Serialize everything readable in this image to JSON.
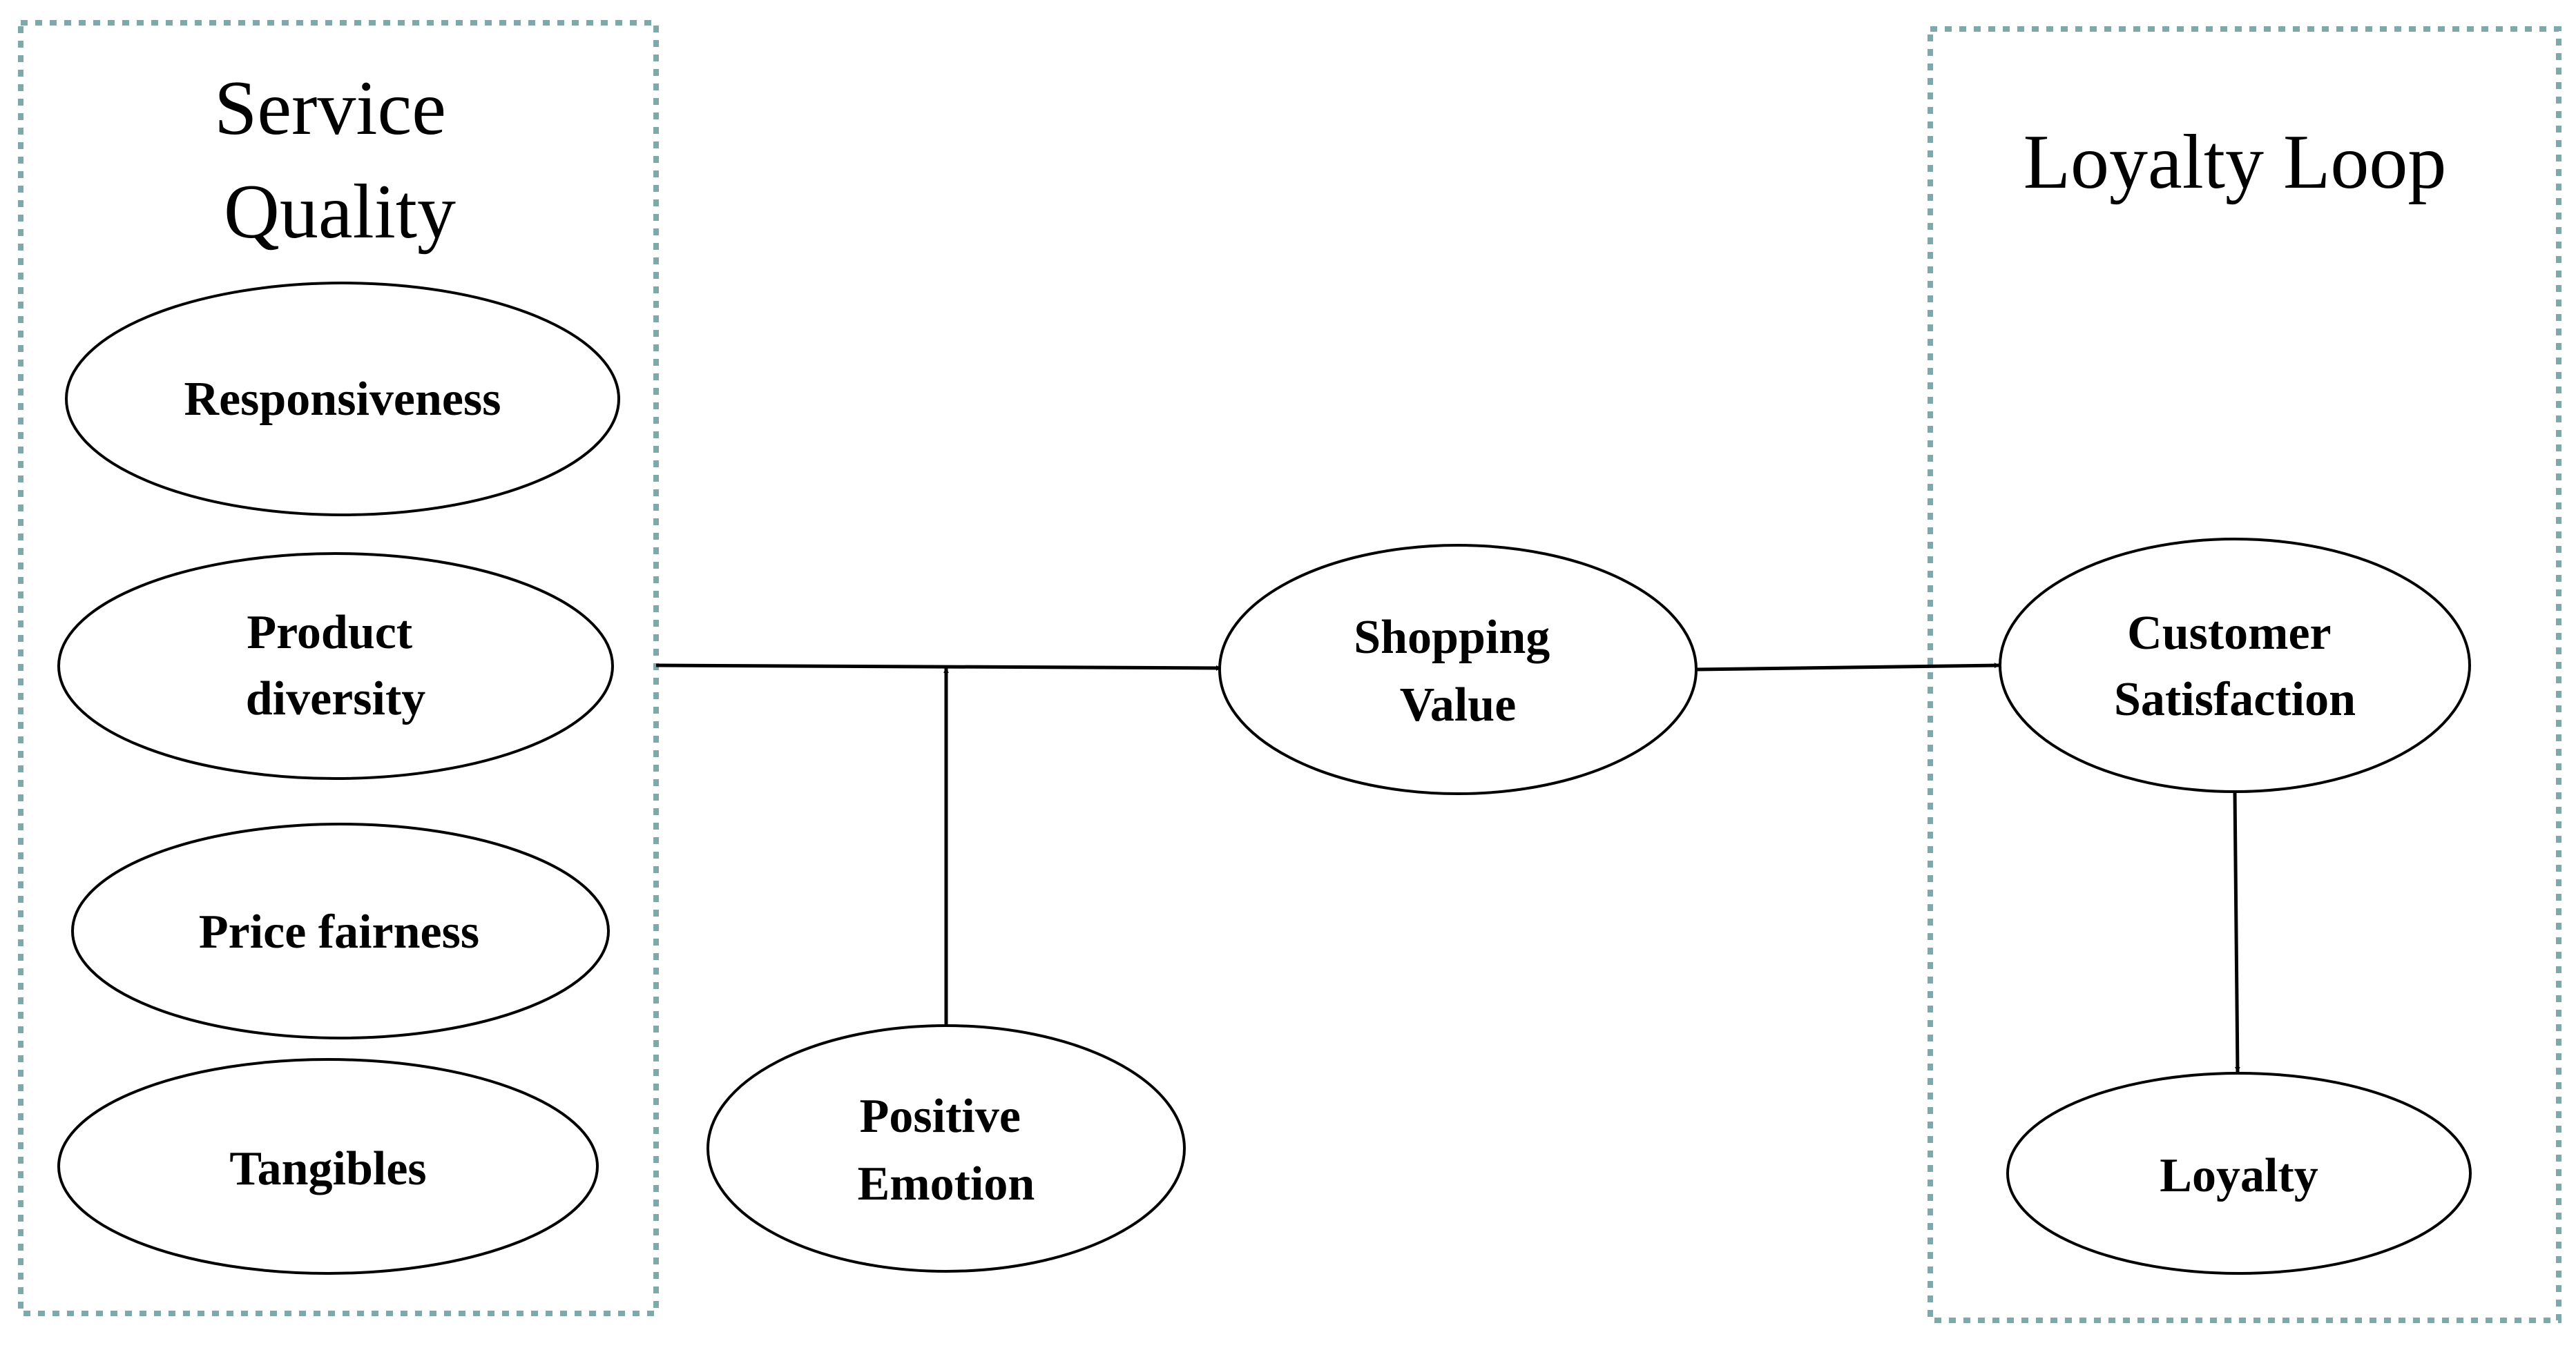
{
  "colors": {
    "group_border": "#7fa8ab",
    "stroke": "#000000",
    "background": "#ffffff"
  },
  "groups": {
    "service_quality": {
      "title_lines": [
        "Service",
        "Quality"
      ]
    },
    "loyalty_loop": {
      "title_lines": [
        "Loyalty Loop"
      ]
    }
  },
  "nodes": {
    "responsiveness": {
      "lines": [
        "Responsiveness"
      ]
    },
    "product_diversity": {
      "lines": [
        "Product",
        "diversity"
      ]
    },
    "price_fairness": {
      "lines": [
        "Price fairness"
      ]
    },
    "tangibles": {
      "lines": [
        "Tangibles"
      ]
    },
    "positive_emotion": {
      "lines": [
        "Positive",
        "Emotion"
      ]
    },
    "shopping_value": {
      "lines": [
        "Shopping",
        "Value"
      ]
    },
    "customer_satisfaction": {
      "lines": [
        "Customer",
        "Satisfaction"
      ]
    },
    "loyalty": {
      "lines": [
        "Loyalty"
      ]
    }
  },
  "edges": [
    {
      "from": "service_quality",
      "to": "shopping_value"
    },
    {
      "from": "positive_emotion",
      "to": "service_quality-shopping_value path"
    },
    {
      "from": "shopping_value",
      "to": "customer_satisfaction"
    },
    {
      "from": "customer_satisfaction",
      "to": "loyalty"
    }
  ]
}
